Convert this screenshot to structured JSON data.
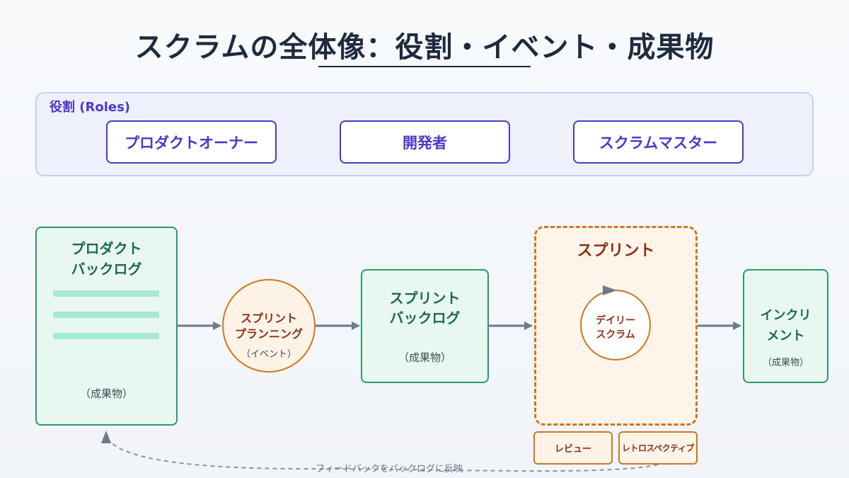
{
  "title": "スクラムの全体像：役割・イベント・成果物",
  "roles": {
    "label": "役割 (Roles)",
    "items": [
      "プロダクトオーナー",
      "開発者",
      "スクラムマスター"
    ]
  },
  "product_backlog": {
    "title_line1": "プロダクト",
    "title_line2": "バックログ",
    "note": "（成果物）"
  },
  "sprint_planning": {
    "line1": "スプリント",
    "line2": "プランニング",
    "note": "（イベント）"
  },
  "sprint_backlog": {
    "title_line1": "スプリント",
    "title_line2": "バックログ",
    "note": "（成果物）"
  },
  "sprint": {
    "title": "スプリント",
    "daily_line1": "デイリー",
    "daily_line2": "スクラム",
    "review": "レビュー",
    "retro": "レトロスペクティブ"
  },
  "increment": {
    "title_line1": "インクリ",
    "title_line2": "メント",
    "note": "（成果物）"
  },
  "feedback": "フィードバックをバックログに反映",
  "colors": {
    "roles_accent": "#4a3ac9",
    "artifact_green": "#2a9a6c",
    "event_orange": "#d3751e",
    "arrow": "#6b7a8c"
  }
}
